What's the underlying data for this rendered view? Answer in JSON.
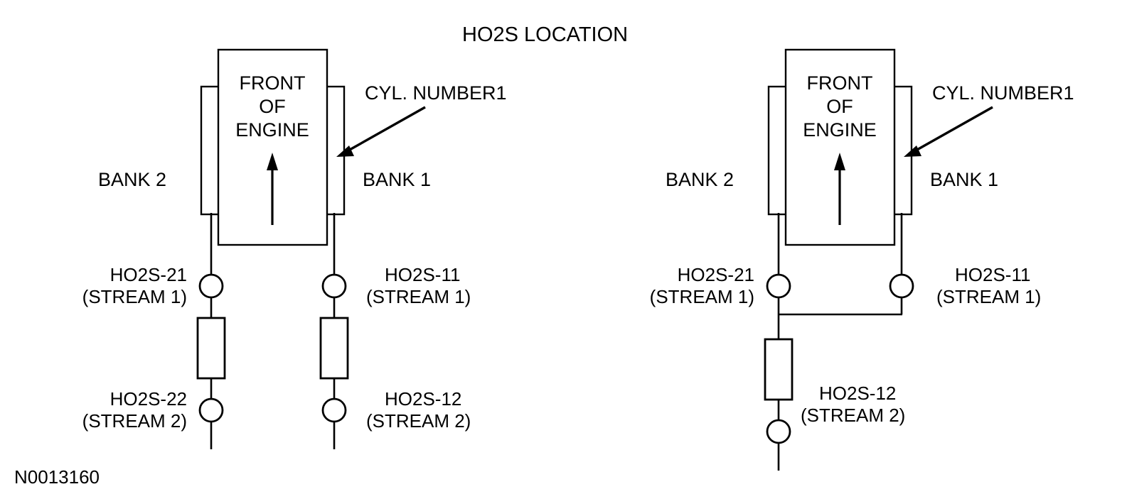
{
  "page": {
    "title": "HO2S LOCATION",
    "reference_number": "N0013160",
    "background_color": "#ffffff",
    "line_color": "#000000"
  },
  "engine_block": {
    "line1": "FRONT",
    "line2": "OF",
    "line3": "ENGINE"
  },
  "diagrams": [
    {
      "id": "dual-converter-layout",
      "bank_left_label": "BANK 2",
      "bank_right_label": "BANK 1",
      "callout_label": "CYL. NUMBER1",
      "sensors": [
        {
          "name": "upstream-bank2",
          "label_line1": "HO2S-21",
          "label_line2": "(STREAM 1)",
          "side": "left"
        },
        {
          "name": "downstream-bank2",
          "label_line1": "HO2S-22",
          "label_line2": "(STREAM 2)",
          "side": "left"
        },
        {
          "name": "upstream-bank1",
          "label_line1": "HO2S-11",
          "label_line2": "(STREAM 1)",
          "side": "right"
        },
        {
          "name": "downstream-bank1",
          "label_line1": "HO2S-12",
          "label_line2": "(STREAM 2)",
          "side": "right"
        }
      ]
    },
    {
      "id": "single-converter-layout",
      "bank_left_label": "BANK 2",
      "bank_right_label": "BANK 1",
      "callout_label": "CYL. NUMBER1",
      "sensors": [
        {
          "name": "upstream-bank2",
          "label_line1": "HO2S-21",
          "label_line2": "(STREAM 1)",
          "side": "left"
        },
        {
          "name": "upstream-bank1",
          "label_line1": "HO2S-11",
          "label_line2": "(STREAM 1)",
          "side": "right"
        },
        {
          "name": "downstream-common",
          "label_line1": "HO2S-12",
          "label_line2": "(STREAM 2)",
          "side": "right"
        }
      ]
    }
  ]
}
